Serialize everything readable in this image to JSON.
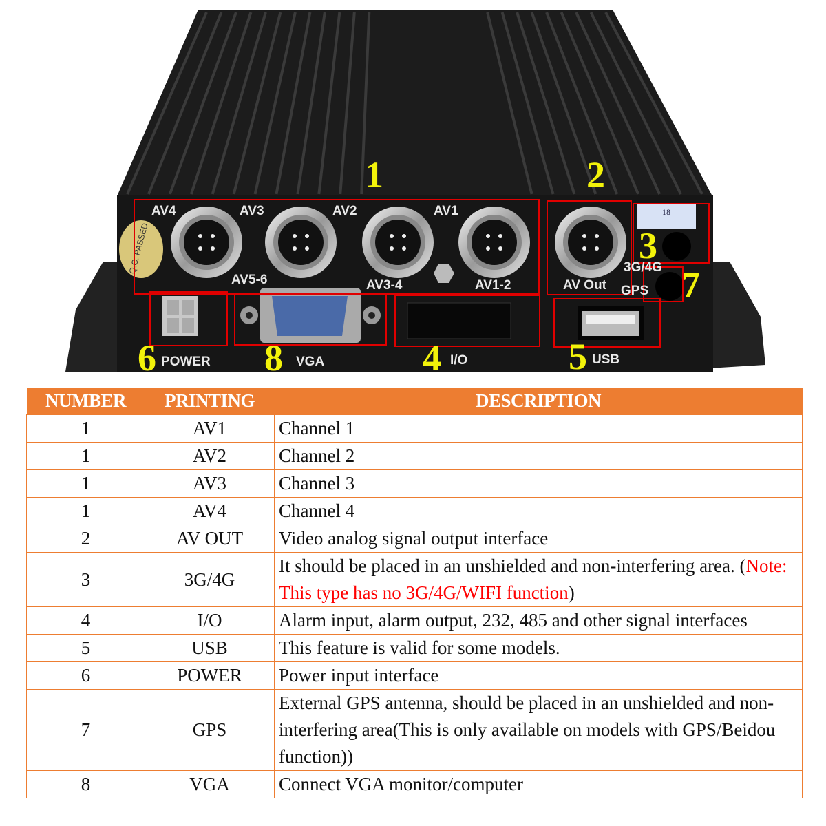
{
  "device": {
    "port_labels": {
      "av4": "AV4",
      "av3": "AV3",
      "av2": "AV2",
      "av1": "AV1",
      "av56": "AV5-6",
      "av34": "AV3-4",
      "av12": "AV1-2",
      "avout": "AV Out",
      "g34": "3G/4G",
      "gps": "GPS",
      "power": "POWER",
      "vga": "VGA",
      "io": "I/O",
      "usb": "USB"
    },
    "callouts": [
      "1",
      "2",
      "3",
      "4",
      "5",
      "6",
      "7",
      "8"
    ],
    "sticker_qc": "Q.C. PASSED",
    "sticker_warranty": "18",
    "colors": {
      "callout": "#f2f20a",
      "box": "#e00000",
      "body": "#1a1a1a"
    }
  },
  "table": {
    "headers": [
      "NUMBER",
      "PRINTING",
      "DESCRIPTION"
    ],
    "header_color": "#ed7d31",
    "rows": [
      {
        "number": "1",
        "printing": "AV1",
        "description": "Channel 1"
      },
      {
        "number": "1",
        "printing": "AV2",
        "description": "Channel 2"
      },
      {
        "number": "1",
        "printing": "AV3",
        "description": "Channel 3"
      },
      {
        "number": "1",
        "printing": "AV4",
        "description": "Channel 4"
      },
      {
        "number": "2",
        "printing": "AV OUT",
        "description": "Video analog signal output interface"
      },
      {
        "number": "3",
        "printing": "3G/4G",
        "description": "It should be placed in an unshielded and non-interfering area. (",
        "note": "Note: This type has no 3G/4G/WIFI function",
        "description_end": ")"
      },
      {
        "number": "4",
        "printing": "I/O",
        "description": "Alarm input, alarm output, 232, 485 and other signal interfaces"
      },
      {
        "number": "5",
        "printing": "USB",
        "description": "This feature is valid for some models."
      },
      {
        "number": "6",
        "printing": "POWER",
        "description": "Power input interface"
      },
      {
        "number": "7",
        "printing": "GPS",
        "description": "External GPS antenna, should be placed in an unshielded and non-interfering area(This is only available on models with GPS/Beidou function))"
      },
      {
        "number": "8",
        "printing": "VGA",
        "description": "Connect VGA monitor/computer"
      }
    ]
  }
}
